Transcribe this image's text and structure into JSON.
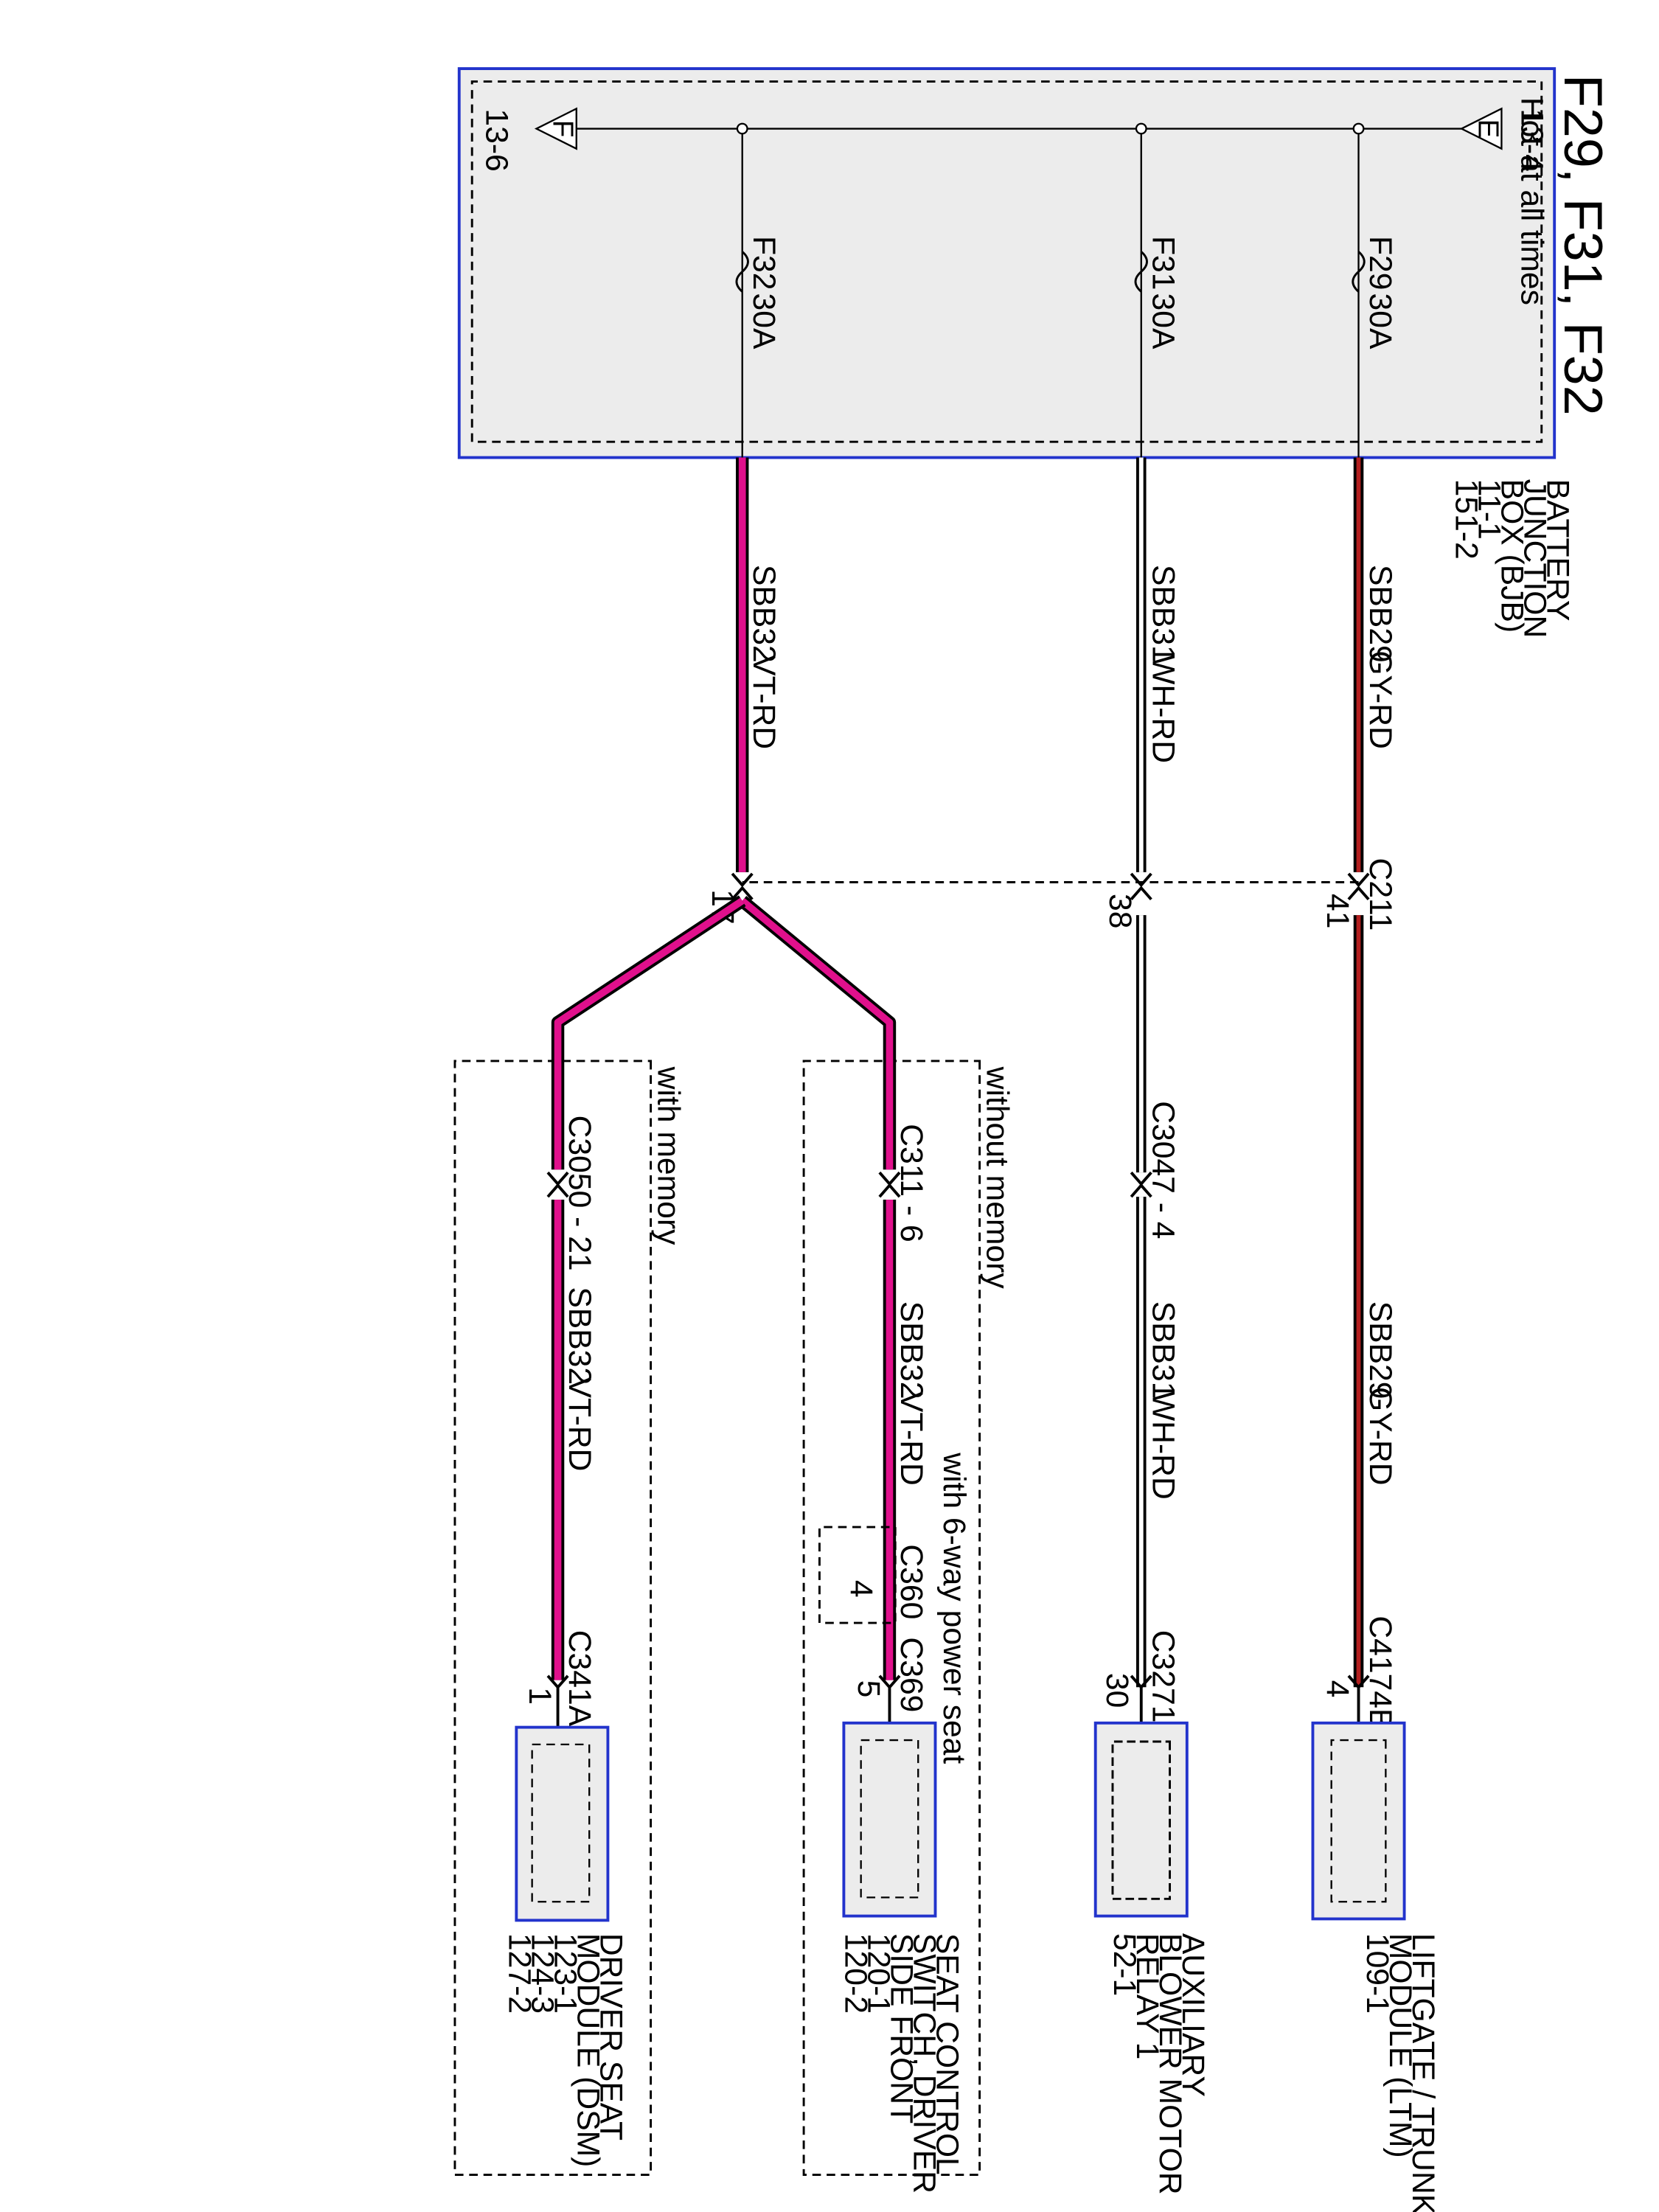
{
  "title": "F29, F31, F32",
  "colors": {
    "box_border": "#2233cc",
    "box_fill": "#ececec",
    "wire_vt_rd": "#e0108c",
    "wire_gy_rd": "#b32020",
    "wire_wh_rd": "#ffffff",
    "wire_outline": "#000000"
  },
  "bjb": {
    "hot_label": "Hot at all times",
    "ref_e_page": "13-4",
    "ref_e_letter": "E",
    "ref_f_page": "13-6",
    "ref_f_letter": "F",
    "name_lines": [
      "BATTERY",
      "JUNCTION",
      "BOX (BJB)",
      "11-1",
      "151-2"
    ],
    "fuses": [
      {
        "id": "F29",
        "rating": "30A"
      },
      {
        "id": "F31",
        "rating": "30A"
      },
      {
        "id": "F32",
        "rating": "30A"
      }
    ]
  },
  "wires": {
    "sbb29": {
      "circuit": "SBB29",
      "color": "GY-RD"
    },
    "sbb31": {
      "circuit": "SBB31",
      "color": "WH-RD"
    },
    "sbb32": {
      "circuit": "SBB32",
      "color": "VT-RD"
    }
  },
  "c211": {
    "name": "C211",
    "pins": {
      "sbb29": "41",
      "sbb31": "38",
      "sbb32": "17"
    }
  },
  "inline": {
    "c3047": "C3047 - 4",
    "c311": "C311 - 6",
    "c3050": "C3050 - 21",
    "c360": "C360",
    "c360_pin": "4"
  },
  "options": {
    "without_memory": "without memory",
    "with_memory": "with memory",
    "six_way": "with 6-way power seat"
  },
  "components": [
    {
      "connector": "C4174B",
      "pin": "4",
      "lines": [
        "LIFTGATE / TRUNK",
        "MODULE (LTM)",
        "109-1"
      ]
    },
    {
      "connector": "C3271",
      "pin": "30",
      "lines": [
        "AUXILIARY",
        "BLOWER MOTOR",
        "RELAY 1",
        "52-1"
      ]
    },
    {
      "connector": "C369",
      "pin": "5",
      "lines": [
        "SEAT CONTROL",
        "SWITCH, DRIVER",
        "SIDE FRONT",
        "120-1",
        "120-2"
      ]
    },
    {
      "connector": "C341A",
      "pin": "1",
      "lines": [
        "DRIVER SEAT",
        "MODULE (DSM)",
        "123-1",
        "124-3",
        "127-2"
      ]
    }
  ]
}
